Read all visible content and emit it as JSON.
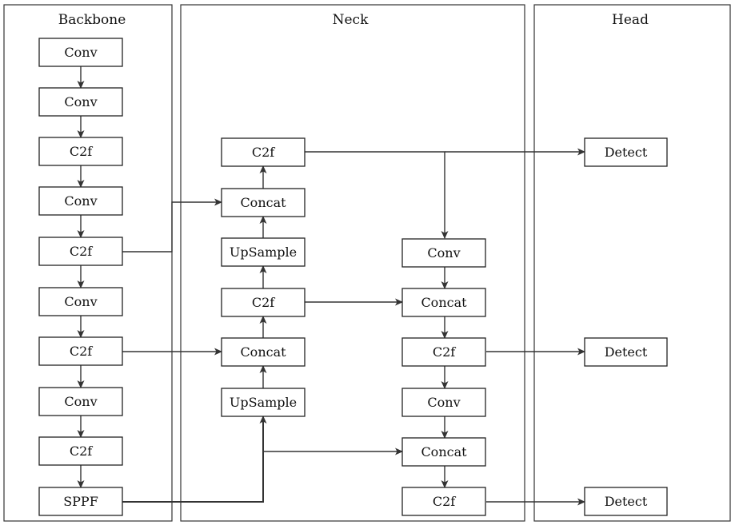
{
  "panels": {
    "backbone": {
      "title": "Backbone"
    },
    "neck": {
      "title": "Neck"
    },
    "head": {
      "title": "Head"
    }
  },
  "nodes": {
    "b1": "Conv",
    "b2": "Conv",
    "b3": "C2f",
    "b4": "Conv",
    "b5": "C2f",
    "b6": "Conv",
    "b7": "C2f",
    "b8": "Conv",
    "b9": "C2f",
    "b10": "SPPF",
    "n1": "C2f",
    "n2": "Concat",
    "n3": "UpSample",
    "n4": "C2f",
    "n5": "Concat",
    "n6": "UpSample",
    "m1": "Conv",
    "m2": "Concat",
    "m3": "C2f",
    "m4": "Conv",
    "m5": "Concat",
    "m6": "C2f",
    "h1": "Detect",
    "h2": "Detect",
    "h3": "Detect"
  },
  "edges": [
    {
      "from": "b1",
      "to": "b2"
    },
    {
      "from": "b2",
      "to": "b3"
    },
    {
      "from": "b3",
      "to": "b4"
    },
    {
      "from": "b4",
      "to": "b5"
    },
    {
      "from": "b5",
      "to": "b6"
    },
    {
      "from": "b6",
      "to": "b7"
    },
    {
      "from": "b7",
      "to": "b8"
    },
    {
      "from": "b8",
      "to": "b9"
    },
    {
      "from": "b9",
      "to": "b10"
    },
    {
      "from": "b5",
      "to": "n2"
    },
    {
      "from": "b7",
      "to": "n5"
    },
    {
      "from": "b10",
      "to": "n6"
    },
    {
      "from": "b10",
      "to": "m5"
    },
    {
      "from": "n6",
      "to": "n5"
    },
    {
      "from": "n5",
      "to": "n4"
    },
    {
      "from": "n4",
      "to": "n3"
    },
    {
      "from": "n3",
      "to": "n2"
    },
    {
      "from": "n2",
      "to": "n1"
    },
    {
      "from": "n4",
      "to": "m2"
    },
    {
      "from": "n1",
      "to": "m1"
    },
    {
      "from": "n1",
      "to": "h1"
    },
    {
      "from": "m1",
      "to": "m2"
    },
    {
      "from": "m2",
      "to": "m3"
    },
    {
      "from": "m3",
      "to": "m4"
    },
    {
      "from": "m4",
      "to": "m5"
    },
    {
      "from": "m5",
      "to": "m6"
    },
    {
      "from": "m3",
      "to": "h2"
    },
    {
      "from": "m6",
      "to": "h3"
    }
  ]
}
